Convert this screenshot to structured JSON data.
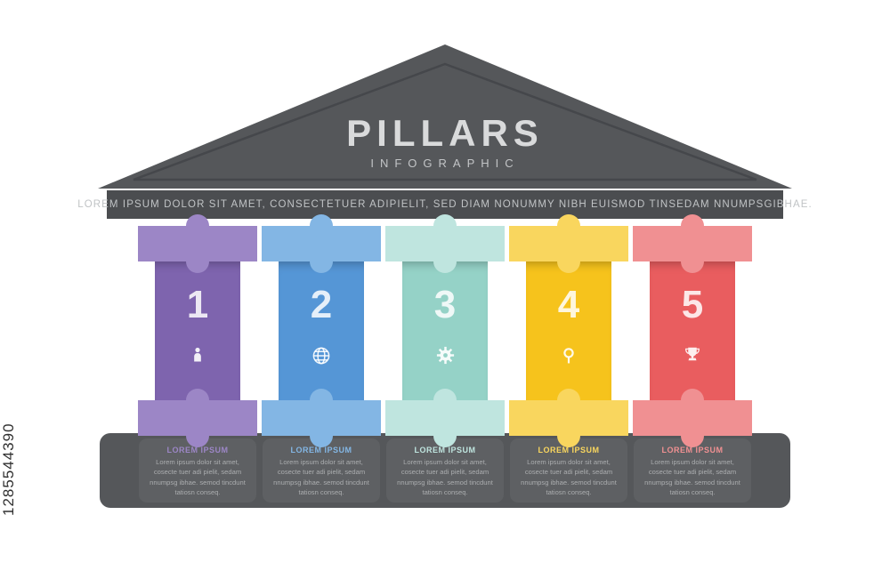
{
  "watermark": {
    "text": "1285544390"
  },
  "roof": {
    "title": "PILLARS",
    "subtitle": "INFOGRAPHIC"
  },
  "banner": {
    "text": "LOREM IPSUM DOLOR SIT AMET, CONSECTETUER ADIPIELIT, SED DIAM NONUMMY NIBH EUISMOD TINSEDAM NNUMPSGIBHAE."
  },
  "colors": {
    "structure": "#55575a",
    "roof_outline": "#45474b",
    "banner_bg": "#4b4d50",
    "card_bg": "#5e6063",
    "body_text": "#abadaf"
  },
  "pillars": [
    {
      "number": "1",
      "icon": "user-icon",
      "color": "#7e64ae",
      "cap_color": "#9c86c6",
      "heading": "LOREM IPSUM",
      "body": "Lorem ipsum dolor sit amet, cosecte tuer adi pielit, sedam nnumpsg ibhae. semod tincdunt tatiosn conseq."
    },
    {
      "number": "2",
      "icon": "globe-icon",
      "color": "#5596d6",
      "cap_color": "#83b6e4",
      "heading": "LOREM IPSUM",
      "body": "Lorem ipsum dolor sit amet, cosecte tuer adi pielit, sedam nnumpsg ibhae. semod tincdunt tatiosn conseq."
    },
    {
      "number": "3",
      "icon": "gear-icon",
      "color": "#95d2c7",
      "cap_color": "#bfe5df",
      "heading": "LOREM IPSUM",
      "body": "Lorem ipsum dolor sit amet, cosecte tuer adi pielit, sedam nnumpsg ibhae. semod tincdunt tatiosn conseq."
    },
    {
      "number": "4",
      "icon": "search-icon",
      "color": "#f6c31c",
      "cap_color": "#f9d65e",
      "heading": "LOREM IPSUM",
      "body": "Lorem ipsum dolor sit amet, cosecte tuer adi pielit, sedam nnumpsg ibhae. semod tincdunt tatiosn conseq."
    },
    {
      "number": "5",
      "icon": "trophy-icon",
      "color": "#e95d5f",
      "cap_color": "#f09092",
      "heading": "LOREM IPSUM",
      "body": "Lorem ipsum dolor sit amet, cosecte tuer adi pielit, sedam nnumpsg ibhae. semod tincdunt tatiosn conseq."
    }
  ]
}
